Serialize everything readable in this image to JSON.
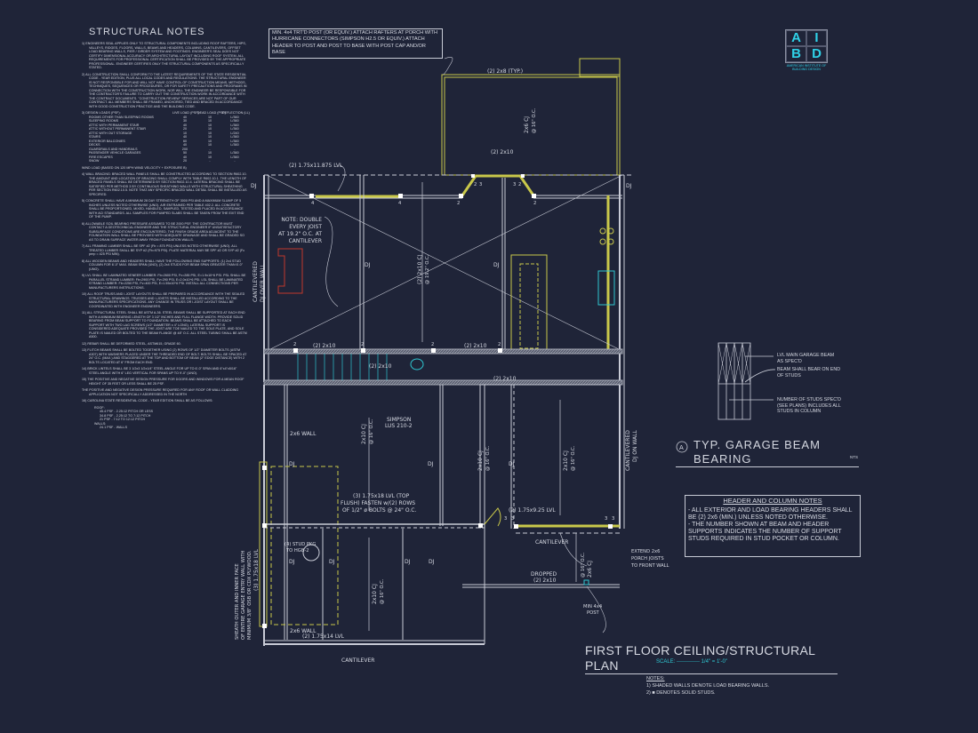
{
  "logo": {
    "letters": [
      "A",
      "I",
      "B",
      "D"
    ],
    "name": "AMERICAN INSTITUTE OF BUILDING DESIGN"
  },
  "structural_notes": {
    "title": "STRUCTURAL NOTES",
    "items": [
      "1) ENGINEERS SEAL APPLIES ONLY TO STRUCTURAL COMPONENTS INCLUDING ROOF RAFTERS, HIPS, VALLEYS, RIDGES, FLOORS, WALLS, BEAMS AND HEADERS, COLUMNS, CANTILEVERS, OFFSET LOAD BEARING WALLS, PIER / GIRDER SYSTEM AND FOOTINGS. ENGINEER'S SEAL DOES NOT CERTIFY DIMENSIONAL ACCURACY OR ARCHITECTURAL LAYOUT INCLUDING ROOF SYSTEM. ALL REQUIREMENTS FOR PROFESSIONAL CERTIFICATION SHALL BE PROVIDED BY THE APPROPRIATE PROFESSIONAL. ENGINEER CERTIFIES ONLY THE STRUCTURAL COMPONENTS AS SPECIFICALLY STATED.",
      "2) ALL CONSTRUCTION SHALL CONFORM TO THE LATEST REQUIREMENTS OF THE STATE RESIDENTIAL CODE - YEAR EDITION, PLUS ALL LOCAL CODES AND REGULATIONS. THE STRUCTURAL ENGINEER IS NOT RESPONSIBLE FOR AND WILL NOT HAVE CONTROL OF CONSTRUCTION MEANS, METHODS, TECHNIQUES, SEQUENCES OR PROCEDURES, OR FOR SAFETY PRECAUTIONS AND PROGRAMS IN CONNECTION WITH THE CONSTRUCTION WORK, NOR WILL THE ENGINEER BE RESPONSIBLE FOR THE CONTRACTOR'S FAILURE TO CARRY OUT THE CONSTRUCTION WORK IN ACCORDANCE WITH THE CONTRACT DOCUMENTS. \"CONSTRUCTION REVIEW\" SERVICES ARE NOT PART OF OUR CONTRACT. ALL MEMBERS SHALL BE FRAMED, ANCHORED, TIED AND BRACED IN ACCORDANCE WITH GOOD CONSTRUCTION PRACTICE AND THE BUILDING CODE."
    ],
    "loads_title": "3) DESIGN LOADS (PSF):",
    "loads_headers": [
      "LIVE LOAD (PSF)",
      "DEAD LOAD (PSF)",
      "DEFLECTION (LL)"
    ],
    "loads": [
      [
        "ROOMS OTHER THAN SLEEPING ROOMS",
        "40",
        "10",
        "L/360"
      ],
      [
        "SLEEPING ROOMS",
        "30",
        "10",
        "L/360"
      ],
      [
        "ATTIC WITH PERMANENT STAIR",
        "40",
        "10",
        "L/360"
      ],
      [
        "ATTIC WITHOUT PERMANENT STAIR",
        "20",
        "10",
        "L/360"
      ],
      [
        "ATTIC WITH OUT STORAGE",
        "10",
        "10",
        "L/240"
      ],
      [
        "STAIRS",
        "40",
        "10",
        "L/360"
      ],
      [
        "EXTERIOR BALCONIES",
        "60",
        "10",
        "L/360"
      ],
      [
        "DECKS",
        "40",
        "10",
        "L/360"
      ],
      [
        "GUARDRAILS AND HANDRAILS",
        "200",
        "-",
        "-"
      ],
      [
        "PASSENGER VEHICLE GARAGES",
        "50",
        "10",
        "L/360"
      ],
      [
        "FIRE ESCAPES",
        "40",
        "10",
        "L/360"
      ],
      [
        "SNOW",
        "20",
        "-",
        "-"
      ]
    ],
    "wind_load": "WIND LOAD          (BASED ON 120 MPH WIND VELOCITY + EXPOSURE B)",
    "items2": [
      "4) WALL BRACING: BRACED WALL PANELS SHALL BE CONSTRUCTED ACCORDING TO SECTION R602.10. THE AMOUNT AND LOCATION OF BRACING SHALL COMPLY WITH TABLE R602.10.1. THE LENGTH OF BRACED PANELS SHALL BE DETERMINED BY SECTION R602.10.4. LATERAL BRACING SHALL BE SATISFIED PER METHOD 3 BY CONTINUOUS SHEATHING WALLS WITH STRUCTURAL SHEATHING PER SECTION R602.10.5. NOTE THAT ANY SPECIFIC BRACED WALL DETAIL SHALL BE INSTALLED AS SPECIFIED.",
      "5) CONCRETE SHALL HAVE A MINIMUM 28 DAY STRENGTH OF 3000 PSI AND A MAXIMUM SLUMP OF 5 INCHES UNLESS NOTED OTHERWISE (UNO). AIR ENTRAINED PER TABLE 402.2. ALL CONCRETE SHALL BE PROPORTIONED, MIXED, HANDLED, SAMPLED, TESTED AND PLACED IN ACCORDANCE WITH ACI STANDARDS. ALL SAMPLES FOR PUMPED SLABS SHALL BE TAKEN FROM THE EXIT END OF THE PUMP.",
      "6) ALLOWABLE SOIL BEARING PRESSURE ASSUMED TO BE 2000 PSF. THE CONTRACTOR MUST CONTACT A GEOTECHNICAL ENGINEER AND THE STRUCTURAL ENGINEER IF UNSATISFACTORY SUBSURFACE CONDITIONS ARE ENCOUNTERED. THE FINISH GRADE AREA ADJACENT TO THE FOUNDATION WALL SHALL BE PROVIDED WITH ADEQUATE DRAINAGE AND SHALL BE GRADED SO AS TO DRAIN SURFACE WATER AWAY FROM FOUNDATION WALLS.",
      "7) ALL FRAMING LUMBER SHALL BE SPF #2 (Fb = 875 PSI) UNLESS NOTED OTHERWISE (UNO). ALL TREATED LUMBER SHALL BE SYP #2 (Fb=975 PSI). PLATE MATERIAL MAY BE SPF #2 OR SYP #2 (Fc perp = 425 PSI MIN).",
      "8) ALL WOODEN BEAMS AND HEADERS SHALL HAVE THE FOLLOWING END SUPPORTS: (1) 2x4 STUD COLUMN FOR 6'-0\" MAX. BEAM SPAN (UNO), (2) 2x4 STUDS FOR BEAM SPAN GREATER THAN 6'-0\" (UNO).",
      "9) LVL SHALL BE LAMINATED VENEER LUMBER: Fb=2600 PSI, Fv=285 PSI, E=1.9x10^6 PSI. PSL SHALL BE PARALLEL STRAND LUMBER: Fb=2900 PSI, Fv=290 PSI, E=2.0x10^6 PSI. LSL SHALL BE LAMINATED STRAND LUMBER: Fb=2250 PSI, Fv=400 PSI, E=1.55x10^6 PSI. INSTALL ALL CONNECTIONS PER MANUFACTURERS INSTRUCTIONS.",
      "10) ALL ROOF TRUSS AND I-JOIST LAYOUTS SHALL BE PREPARED IN ACCORDANCE WITH THE SEALED STRUCTURAL DRAWINGS. TRUSSES AND I-JOISTS SHALL BE INSTALLED ACCORDING TO THE MANUFACTURERS SPECIFICATIONS. ANY CHANGE IN TRUSS OR I-JOIST LAYOUT SHALL BE COORDINATED WITH ENGINEER ENGINEERS.",
      "11) ALL STRUCTURAL STEEL SHALL BE ASTM A-36. STEEL BEAMS SHALL BE SUPPORTED AT EACH END WITH A MINIMUM BEARING LENGTH OF 3 1/2\" INCHES AND FULL FLANGE WIDTH. PROVIDE SOLID BEARING FROM BEAM SUPPORT TO FOUNDATION. BEAMS SHALL BE ATTACHED TO EACH SUPPORT WITH TWO LAG SCREWS (1/2\" DIAMETER x 4\" LONG). LATERAL SUPPORT IS CONSIDERED ADEQUATE PROVIDED THE JOIST ARE TOE NAILED TO THE SOLE PLATE, AND SOLE PLATE IS NAILED OR BOLTED TO THE BEAM FLANGE @ 48\" O.C. ALL STEEL TUBING SHALL BE ASTM A500.",
      "12) REBAR SHALL BE DEFORMED STEEL, ASTM615, GRADE 60.",
      "13) FLITCH BEAMS SHALL BE BOLTED TOGETHER USING (2) ROWS OF 1/2\" DIAMETER BOLTS (ASTM A307) WITH WASHERS PLACED UNDER THE THREADED END OF BOLT. BOLTS SHALL BE SPACED AT 24\" O.C. (MAX.) AND STAGGERED AT THE TOP AND BOTTOM OF BEAM (2\" EDGE DISTANCE) WITH 2 BOLTS LOCATED AT 6\" FROM EACH END.",
      "14) BRICK LINTELS SHALL BE 3 1/2x3 1/2x1/4\" STEEL ANGLE FOR UP TO 6'-0\" SPAN AND 6\"x4\"x5/16\" STEEL ANGLE WITH 6\" LEG VERTICAL FOR SPANS UP TO 9'-0\" (UNO).",
      "15) THE POSITIVE AND NEGATIVE DESIGN PRESSURE FOR DOORS AND WINDOWS FOR A MEAN ROOF HEIGHT OF 35 FEET OR LESS SHALL BE 25 PSF.",
      "THE POSITIVE AND NEGATIVE DESIGN PRESSURE REQUIRED FOR ANY ROOF OR WALL CLADDING APPLICATION NOT SPECIFICALLY ADDRESSED IN THE NORTH",
      "16) CAROLINA STATE RESIDENTIAL CODE - YEAR EDITION SHALL BE AS FOLLOWS:"
    ],
    "roof_label": "ROOF:",
    "roof": [
      "45.4 PSF - 2.25:12 PITCH OR LESS",
      "34.8 PSF - 2.25:12 TO 7:12 PITCH",
      "21 PSF - 7:12 TO 12:12 PITCH"
    ],
    "walls_label": "WALLS:",
    "walls": [
      "24.1 PSF - WALLS"
    ]
  },
  "top_note": "MIN. 4x4 TRT'D POST (OR EQUIV.) ATTACH RAFTERS AT PORCH WITH HURRICANE CONNECTORS (SIMPSON H2.5 OR EQUIV.) ATTACH HEADER TO POST AND POST TO BASE WITH POST CAP AND/OR BASE",
  "plan": {
    "porch_header": "(2) 2x8 (TYP.)",
    "porch_cj": "2x6 CJ",
    "porch_cj_oc": "@ 16\" O.C.",
    "lvl_top": "(2) 1.75x11.875 LVL",
    "bay_header": "(2) 2x10",
    "dj": "DJ",
    "note_double": [
      "NOTE: DOUBLE",
      "EVERY JOIST",
      "AT 19.2\" O.C. AT",
      "CANTILEVER"
    ],
    "cantilevered_left": [
      "CANTILEVERED",
      "DJ OVER WALL"
    ],
    "main_cj": "(2) 2x10 CJ",
    "main_cj_oc": "@ 19.2\" O.C.",
    "header_2x10": "(2) 2x10",
    "cj_2x10": "2x10 CJ",
    "cj_oc16": "@ 16\" O.C.",
    "simpson": [
      "SIMPSON",
      "LUS 210-2"
    ],
    "wall_2x6": "2x6 WALL",
    "beam_3lvl": [
      "(3) 1.75x18 LVL (TOP",
      "FLUSH) FASTEN w/(2) ROWS",
      "OF 1/2\" ø BOLTS @ 24\" O.C."
    ],
    "lvl_925": "(2) 1.75x9.25 LVL",
    "cantilever": "CANTILEVER",
    "dropped": [
      "DROPPED",
      "(2) 2x10"
    ],
    "cj_2x6": "2x6 CJ",
    "extend": [
      "EXTEND 2x6",
      "PORCH JOISTS",
      "TO FRONT WALL"
    ],
    "post": [
      "MIN 4x4",
      "POST"
    ],
    "stud_pkg": [
      "(4) STUD PKG",
      "TO HGB-2"
    ],
    "lvl_14": "(2) 1.75x14 LVL",
    "lvl_18_vert": "(3) 1.75x18 LVL",
    "sheath": [
      "SHEATH OUTER AND INNER FACE",
      "OF ENTIRE GARAGE ENTRY WALL WITH",
      "MINIMUM 3/8\" OSB OR CDX PLYWOOD."
    ],
    "cantilevered_right": [
      "CANTILEVERED",
      "DJ ON WALL"
    ],
    "studs": [
      "2",
      "3",
      "4"
    ]
  },
  "garage_beam": {
    "label_1": [
      "LVL MAIN GARAGE BEAM",
      "AS SPEC'D"
    ],
    "label_2": [
      "BEAM SHALL BEAR ON END",
      "OF STUDS"
    ],
    "label_3": [
      "NUMBER OF STUDS SPEC'D",
      "(SEE PLANS) INCLUDES ALL",
      "STUDS IN COLUMN"
    ],
    "marker": "A",
    "title": "TYP. GARAGE BEAM BEARING",
    "scale": "NTS"
  },
  "header_notes": {
    "title": "HEADER AND COLUMN NOTES",
    "lines": [
      "- ALL EXTERIOR AND LOAD BEARING HEADERS SHALL BE (2) 2x6 (MIN.) UNLESS NOTED OTHERWISE.",
      "- THE NUMBER SHOWN AT BEAM AND HEADER SUPPORTS INDICATES THE NUMBER OF SUPPORT STUDS REQUIRED IN STUD POCKET OR COLUMN."
    ]
  },
  "title_block": {
    "title": "FIRST FLOOR CEILING/STRUCTURAL PLAN",
    "scale_label": "SCALE:",
    "scale_value": "1/4\" = 1'-0\"",
    "notes_label": "NOTES:",
    "notes": [
      "1) SHADED WALLS DENOTE LOAD BEARING WALLS.",
      "2) ■ DENOTES SOLID STUDS."
    ]
  },
  "colors": {
    "background": "#1f2438",
    "line": "#c8cbd6",
    "load_bearing": "#c9c84a",
    "fixtures": "#2fc6d0",
    "fireplace": "#c0392b"
  }
}
